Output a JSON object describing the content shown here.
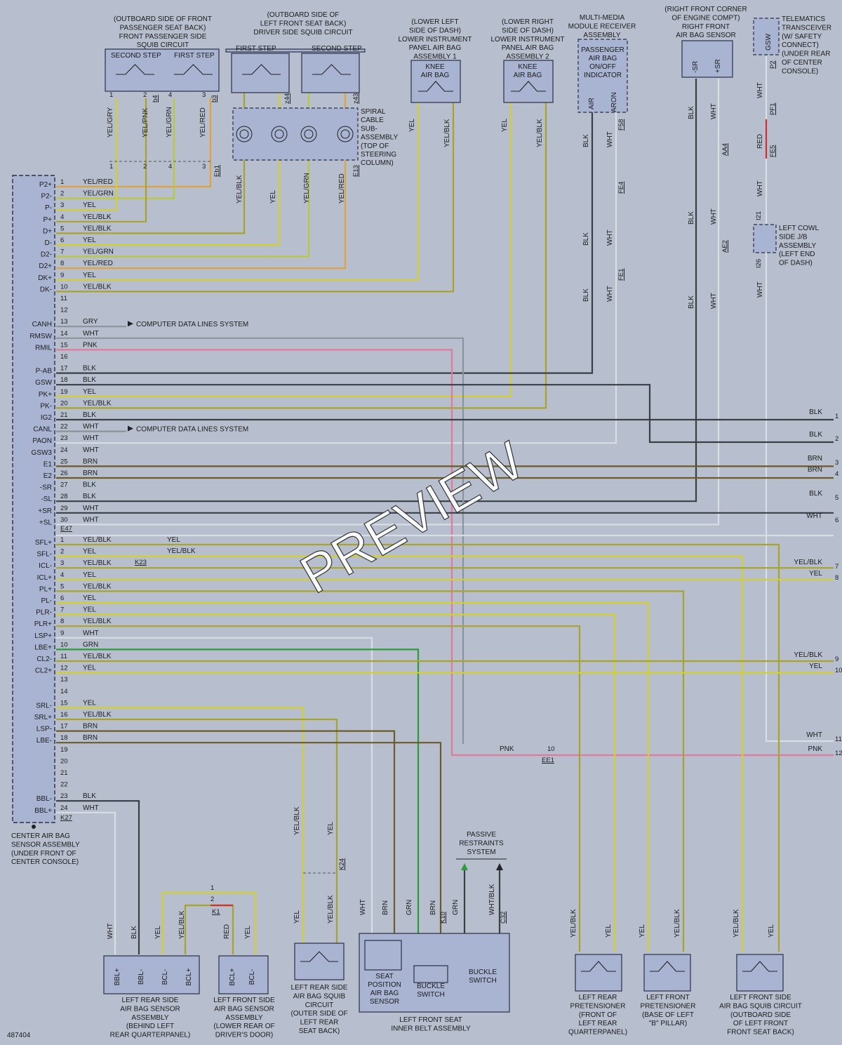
{
  "diagram_id": "487404",
  "watermark": "PREVIEW",
  "colors": {
    "YEL": "#d4d02a",
    "YEL/RED": "#e0a23a",
    "YEL/GRN": "#b9c93a",
    "YEL/BLK": "#a8a42a",
    "YEL/PNK": "#d6b060",
    "YEL/GRY": "#bfbf6a",
    "BLK": "#3a3f46",
    "WHT": "#d9dde4",
    "GRY": "#8d939b",
    "PNK": "#e07a98",
    "BRN": "#6b5a2a",
    "GRN": "#2e9a3a",
    "RED": "#d0302c",
    "WHT/BLK": "#3a3f46"
  },
  "center_sensor": {
    "caption": [
      "CENTER AIR BAG",
      "SENSOR ASSEMBLY",
      "(UNDER FRONT OF",
      "CENTER CONSOLE)"
    ],
    "connectors": [
      "E47",
      "K23",
      "K27"
    ]
  },
  "ecu_pins_e47": [
    {
      "n": "1",
      "name": "P2+",
      "wire": "YEL/RED"
    },
    {
      "n": "2",
      "name": "P2-",
      "wire": "YEL/GRN"
    },
    {
      "n": "3",
      "name": "P-",
      "wire": "YEL"
    },
    {
      "n": "4",
      "name": "P+",
      "wire": "YEL/BLK"
    },
    {
      "n": "5",
      "name": "D+",
      "wire": "YEL/BLK"
    },
    {
      "n": "6",
      "name": "D-",
      "wire": "YEL"
    },
    {
      "n": "7",
      "name": "D2-",
      "wire": "YEL/GRN"
    },
    {
      "n": "8",
      "name": "D2+",
      "wire": "YEL/RED"
    },
    {
      "n": "9",
      "name": "DK+",
      "wire": "YEL"
    },
    {
      "n": "10",
      "name": "DK-",
      "wire": "YEL/BLK"
    },
    {
      "n": "11",
      "name": "",
      "wire": ""
    },
    {
      "n": "12",
      "name": "",
      "wire": ""
    },
    {
      "n": "13",
      "name": "CANH",
      "wire": "GRY"
    },
    {
      "n": "14",
      "name": "RMSW",
      "wire": "WHT"
    },
    {
      "n": "15",
      "name": "RMIL",
      "wire": "PNK"
    },
    {
      "n": "16",
      "name": "",
      "wire": ""
    },
    {
      "n": "17",
      "name": "P-AB",
      "wire": "BLK"
    },
    {
      "n": "18",
      "name": "GSW",
      "wire": "BLK"
    },
    {
      "n": "19",
      "name": "PK+",
      "wire": "YEL"
    },
    {
      "n": "20",
      "name": "PK-",
      "wire": "YEL/BLK"
    },
    {
      "n": "21",
      "name": "IG2",
      "wire": "BLK"
    },
    {
      "n": "22",
      "name": "CANL",
      "wire": "WHT"
    },
    {
      "n": "23",
      "name": "PAON",
      "wire": "WHT"
    },
    {
      "n": "24",
      "name": "GSW3",
      "wire": "WHT"
    },
    {
      "n": "25",
      "name": "E1",
      "wire": "BRN"
    },
    {
      "n": "26",
      "name": "E2",
      "wire": "BRN"
    },
    {
      "n": "27",
      "name": "-SR",
      "wire": "BLK"
    },
    {
      "n": "28",
      "name": "-SL",
      "wire": "BLK"
    },
    {
      "n": "29",
      "name": "+SR",
      "wire": "WHT"
    },
    {
      "n": "30",
      "name": "+SL",
      "wire": "WHT"
    }
  ],
  "ecu_pins_k23": [
    {
      "n": "1",
      "name": "SFL+",
      "wire": "YEL/BLK"
    },
    {
      "n": "2",
      "name": "SFL-",
      "wire": "YEL"
    },
    {
      "n": "3",
      "name": "ICL-",
      "wire": "YEL/BLK"
    },
    {
      "n": "4",
      "name": "ICL+",
      "wire": "YEL"
    },
    {
      "n": "5",
      "name": "PL+",
      "wire": "YEL/BLK"
    },
    {
      "n": "6",
      "name": "PL-",
      "wire": "YEL"
    },
    {
      "n": "7",
      "name": "PLR-",
      "wire": "YEL"
    },
    {
      "n": "8",
      "name": "PLR+",
      "wire": "YEL/BLK"
    },
    {
      "n": "9",
      "name": "LSP+",
      "wire": "WHT"
    },
    {
      "n": "10",
      "name": "LBE+",
      "wire": "GRN"
    },
    {
      "n": "11",
      "name": "CL2-",
      "wire": "YEL/BLK"
    },
    {
      "n": "12",
      "name": "CL2+",
      "wire": "YEL"
    },
    {
      "n": "13",
      "name": "",
      "wire": ""
    },
    {
      "n": "14",
      "name": "",
      "wire": ""
    },
    {
      "n": "15",
      "name": "SRL-",
      "wire": "YEL"
    },
    {
      "n": "16",
      "name": "SRL+",
      "wire": "YEL/BLK"
    },
    {
      "n": "17",
      "name": "LSP-",
      "wire": "BRN"
    },
    {
      "n": "18",
      "name": "LBE-",
      "wire": "BRN"
    },
    {
      "n": "19",
      "name": "",
      "wire": ""
    },
    {
      "n": "20",
      "name": "",
      "wire": ""
    },
    {
      "n": "21",
      "name": "",
      "wire": ""
    },
    {
      "n": "22",
      "name": "",
      "wire": ""
    },
    {
      "n": "23",
      "name": "BBL-",
      "wire": "BLK"
    },
    {
      "n": "24",
      "name": "BBL+",
      "wire": "WHT"
    }
  ],
  "data_lines": [
    "COMPUTER DATA LINES SYSTEM",
    "COMPUTER DATA LINES SYSTEM"
  ],
  "right_edge": [
    {
      "n": "1",
      "wire": "BLK"
    },
    {
      "n": "2",
      "wire": "BLK"
    },
    {
      "n": "3",
      "wire": "BRN"
    },
    {
      "n": "4",
      "wire": "BRN"
    },
    {
      "n": "5",
      "wire": "BLK"
    },
    {
      "n": "6",
      "wire": "WHT"
    },
    {
      "n": "7",
      "wire": "YEL/BLK"
    },
    {
      "n": "8",
      "wire": "YEL"
    },
    {
      "n": "9",
      "wire": "YEL/BLK"
    },
    {
      "n": "10",
      "wire": "YEL"
    },
    {
      "n": "11",
      "wire": "WHT"
    },
    {
      "n": "12",
      "wire": "PNK"
    }
  ],
  "top_components": [
    {
      "caption": [
        "(OUTBOARD SIDE OF FRONT",
        "PASSENGER SEAT BACK)",
        "FRONT PASSENGER SIDE",
        "SQUIB CIRCUIT"
      ],
      "steps": [
        "SECOND STEP",
        "FIRST STEP"
      ],
      "connectors": [
        "b4",
        "b3",
        "Eb1"
      ],
      "wires": [
        "YEL/GRY",
        "YEL/PNK",
        "YEL/GRN",
        "YEL/RED"
      ]
    },
    {
      "caption": [
        "(OUTBOARD SIDE OF",
        "LEFT FRONT SEAT BACK)",
        "DRIVER SIDE SQUIB CIRCUIT"
      ],
      "steps": [
        "FIRST STEP",
        "SECOND STEP"
      ],
      "connectors": [
        "z44",
        "z43"
      ]
    },
    {
      "caption": [
        "SPIRAL",
        "CABLE",
        "SUB-",
        "ASSEMBLY",
        "(TOP OF",
        "STEERING",
        "COLUMN)"
      ],
      "connectors": [
        "E13"
      ],
      "wires": [
        "YEL/BLK",
        "YEL",
        "YEL/GRN",
        "YEL/RED"
      ]
    },
    {
      "caption": [
        "(LOWER LEFT",
        "SIDE OF DASH)",
        "LOWER INSTRUMENT",
        "PANEL AIR BAG",
        "ASSEMBLY 1"
      ],
      "inner": [
        "KNEE",
        "AIR BAG"
      ],
      "wires": [
        "YEL",
        "YEL/BLK"
      ]
    },
    {
      "caption": [
        "(LOWER RIGHT",
        "SIDE OF DASH)",
        "LOWER INSTRUMENT",
        "PANEL AIR BAG",
        "ASSEMBLY 2"
      ],
      "inner": [
        "KNEE",
        "AIR BAG"
      ],
      "wires": [
        "YEL",
        "YEL/BLK"
      ]
    },
    {
      "caption": [
        "MULTI-MEDIA",
        "MODULE RECEIVER",
        "ASSEMBLY"
      ],
      "inner": [
        "PASSENGER",
        "AIR BAG",
        "ON/OFF",
        "INDICATOR"
      ],
      "pins": [
        "AIR",
        "ARON"
      ],
      "connectors": [
        "F58",
        "FE4",
        "FE1"
      ],
      "wires": [
        "BLK",
        "WHT"
      ]
    },
    {
      "caption": [
        "(RIGHT FRONT CORNER",
        "OF ENGINE COMPT)",
        "RIGHT FRONT",
        "AIR BAG SENSOR"
      ],
      "pins": [
        "-SR",
        "+SR"
      ],
      "connectors": [
        "AA4",
        "AE2"
      ],
      "wires": [
        "BLK",
        "WHT"
      ]
    },
    {
      "caption": [
        "TELEMATICS",
        "TRANSCEIVER",
        "(W/ SAFETY",
        "CONNECT)",
        "(UNDER REAR",
        "OF CENTER",
        "CONSOLE)"
      ],
      "pins": [
        "GSW"
      ],
      "connectors": [
        "P2",
        "PF1",
        "FE5"
      ],
      "wires": [
        "WHT",
        "RED"
      ]
    },
    {
      "caption": [
        "LEFT COWL",
        "SIDE J/B",
        "ASSEMBLY",
        "(LEFT END",
        "OF DASH)"
      ],
      "pins": [
        "I21",
        "I26"
      ]
    }
  ],
  "bottom_components": [
    {
      "caption": [
        "LEFT REAR SIDE",
        "AIR BAG SENSOR",
        "ASSEMBLY",
        "(BEHIND LEFT",
        "REAR QUARTERPANEL)"
      ],
      "pins": [
        "BBL+",
        "BBL-",
        "BCL-",
        "BCL+"
      ],
      "wires": [
        "WHT",
        "BLK",
        "YEL",
        "YEL/BLK"
      ]
    },
    {
      "caption": [
        "LEFT FRONT SIDE",
        "AIR BAG SENSOR",
        "ASSEMBLY",
        "(LOWER REAR OF",
        "DRIVER'S DOOR)"
      ],
      "pins": [
        "BCL+",
        "BCL-"
      ],
      "connectors": [
        "K1"
      ],
      "wires": [
        "RED",
        "YEL"
      ]
    },
    {
      "caption": [
        "LEFT REAR SIDE",
        "AIR BAG SQUIB",
        "CIRCUIT",
        "(OUTER SIDE OF",
        "LEFT REAR",
        "SEAT BACK)"
      ],
      "connectors": [
        "K24"
      ],
      "wires": [
        "YEL",
        "YEL/BLK"
      ]
    },
    {
      "caption": [
        "LEFT FRONT SEAT",
        "INNER BELT ASSEMBLY"
      ],
      "parts": [
        [
          "SEAT",
          "POSITION",
          "AIR BAG",
          "SENSOR"
        ],
        [
          "BUCKLE",
          "SWITCH"
        ],
        [
          "BUCKLE",
          "SWITCH"
        ]
      ],
      "connectors": [
        "K10",
        "C32"
      ],
      "wires": [
        "WHT",
        "BRN",
        "GRN",
        "BRN",
        "GRN",
        "WHT/BLK"
      ]
    },
    {
      "caption": [
        "PASSIVE",
        "RESTRAINTS",
        "SYSTEM"
      ]
    },
    {
      "caption": [
        "LEFT REAR",
        "PRETENSIONER",
        "(FRONT OF",
        "LEFT REAR",
        "QUARTERPANEL)"
      ],
      "wires": [
        "YEL/BLK",
        "YEL"
      ]
    },
    {
      "caption": [
        "LEFT FRONT",
        "PRETENSIONER",
        "(BASE OF LEFT",
        "\"B\" PILLAR)"
      ],
      "wires": [
        "YEL",
        "YEL/BLK"
      ]
    },
    {
      "caption": [
        "LEFT FRONT SIDE",
        "AIR BAG SQUIB CIRCUIT",
        "(OUTBOARD SIDE",
        "OF LEFT FRONT",
        "FRONT SEAT BACK)"
      ],
      "wires": [
        "YEL/BLK",
        "YEL"
      ]
    }
  ],
  "misc_labels": {
    "ee1_pin": "10",
    "ee1": "EE1",
    "pnk_label": "PNK",
    "k23_a": "YEL",
    "k23_b": "YEL/BLK"
  }
}
